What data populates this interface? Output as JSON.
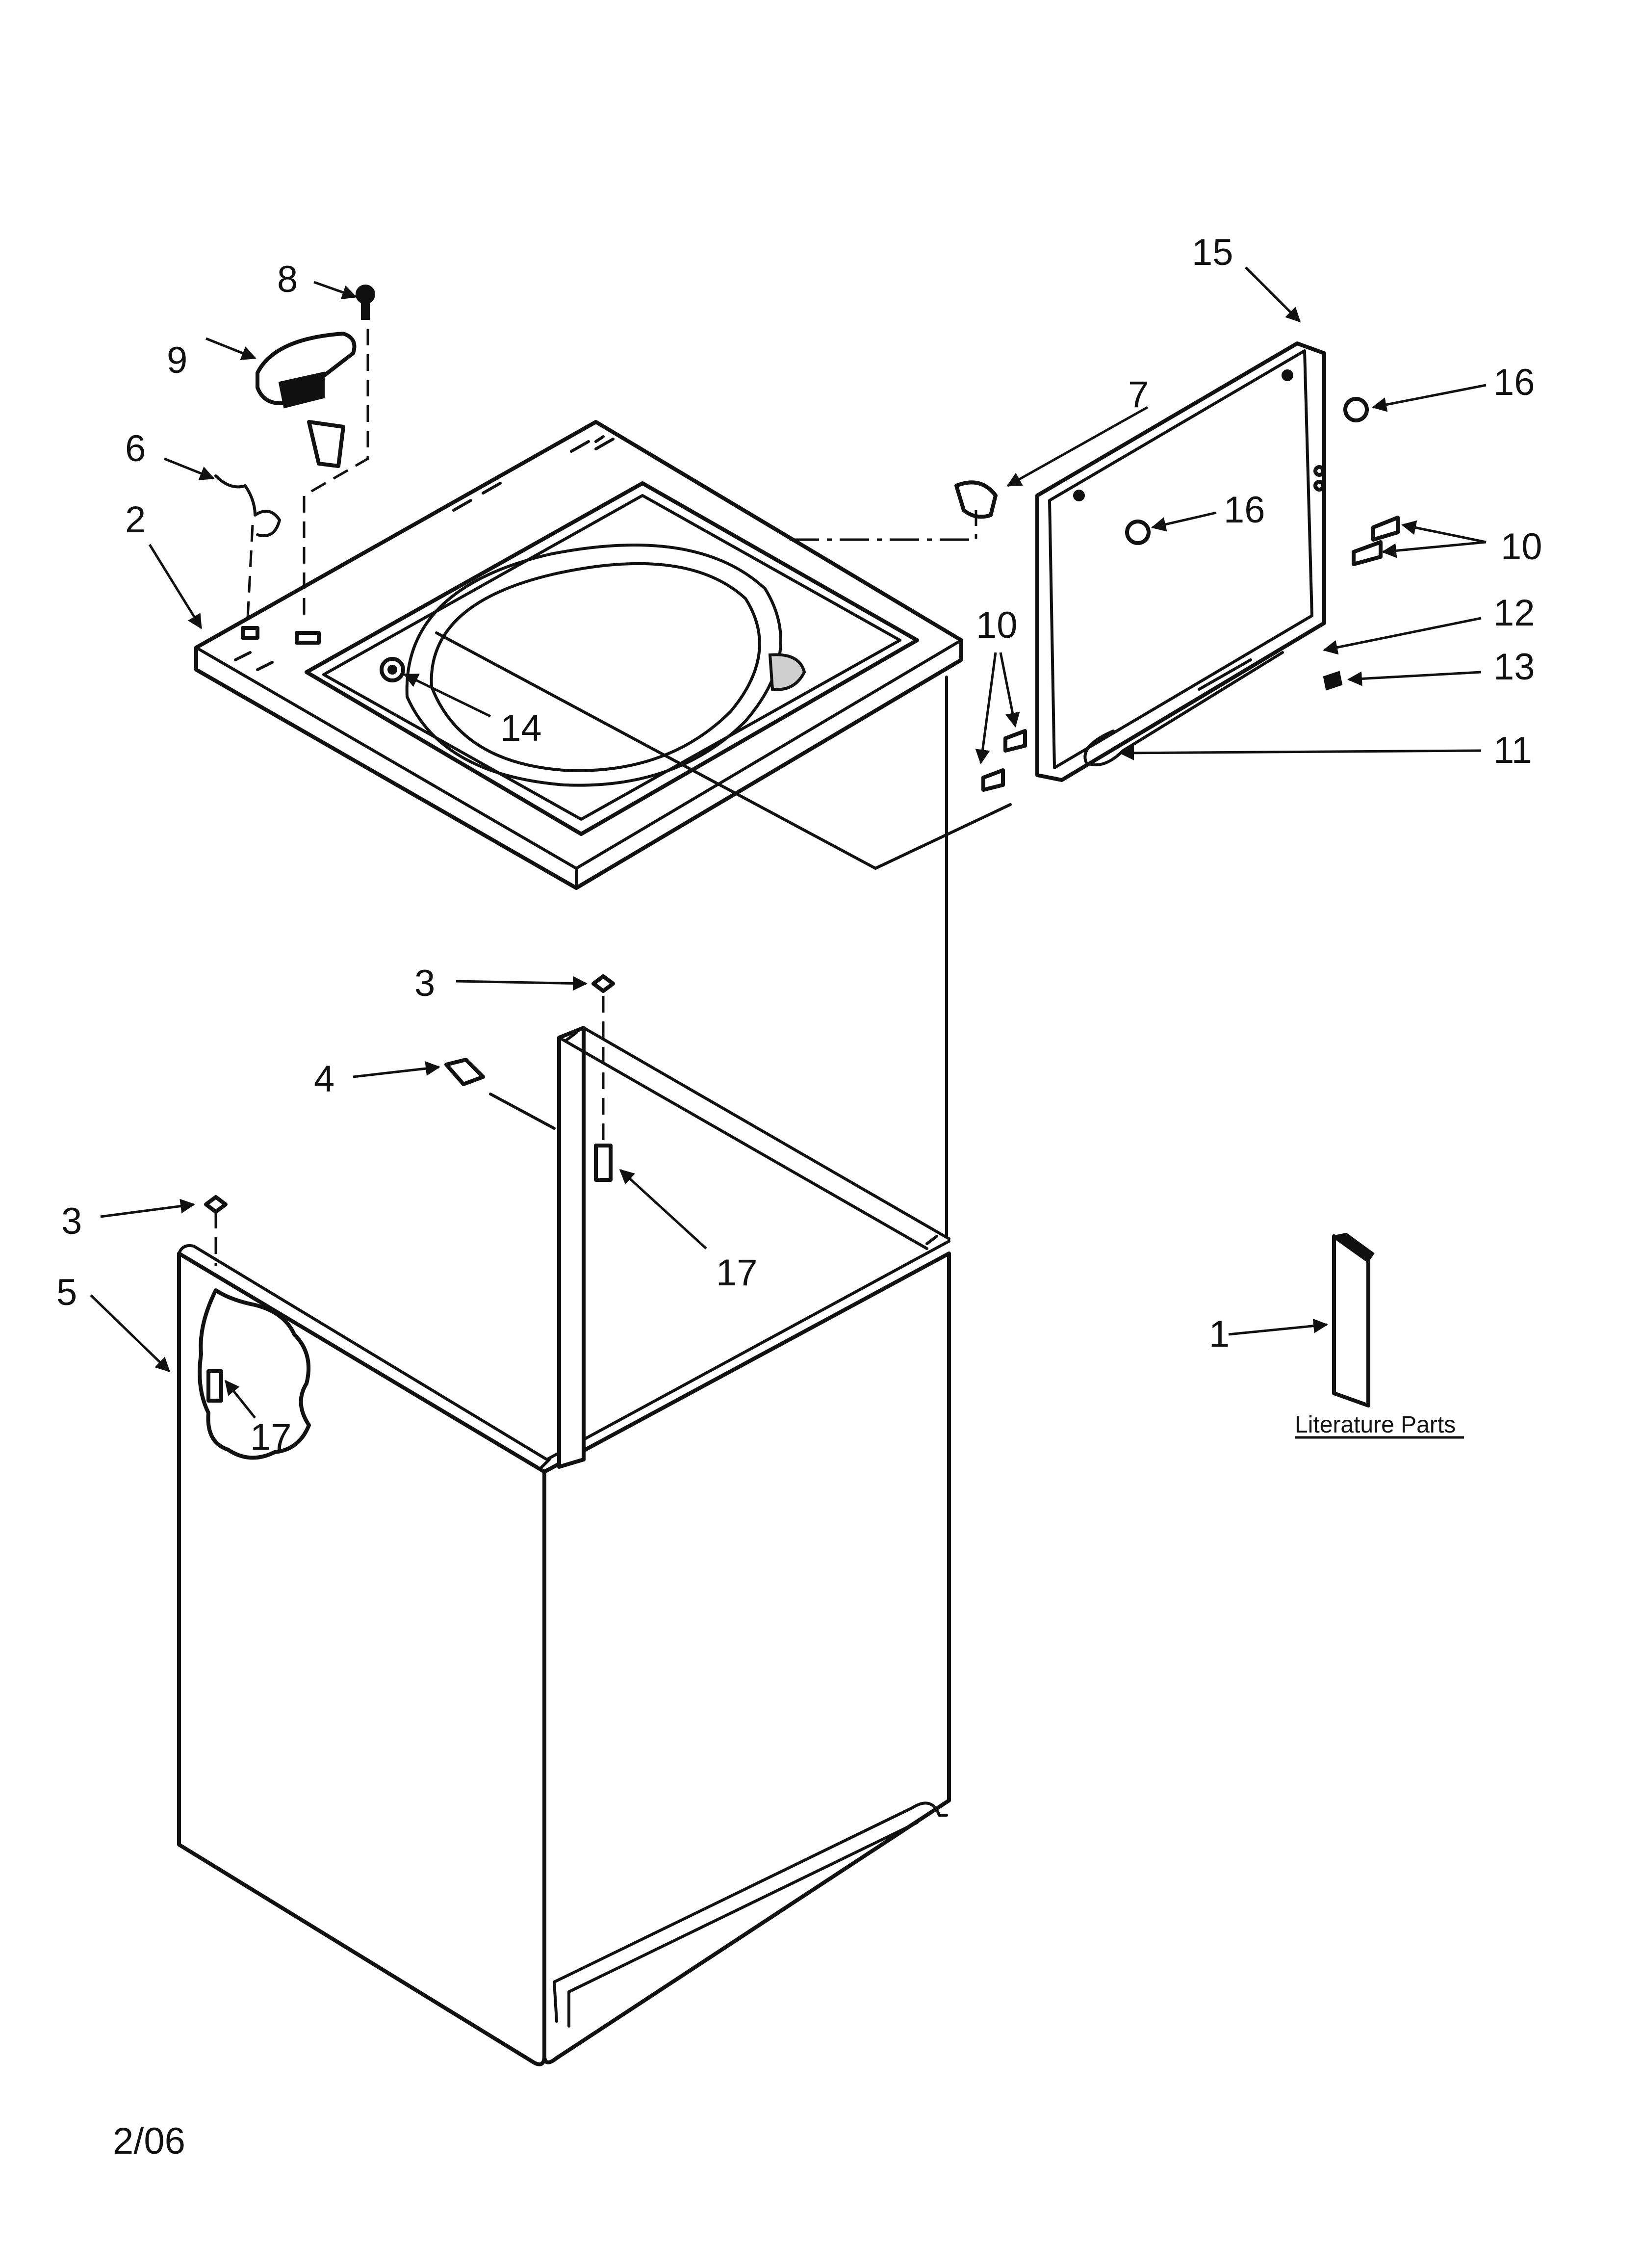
{
  "callouts": {
    "c1": "1",
    "c2": "2",
    "c3a": "3",
    "c3b": "3",
    "c4": "4",
    "c5": "5",
    "c6": "6",
    "c7": "7",
    "c8": "8",
    "c9": "9",
    "c10a": "10",
    "c10b": "10",
    "c11": "11",
    "c12": "12",
    "c13": "13",
    "c14": "14",
    "c15": "15",
    "c16a": "16",
    "c16b": "16",
    "c17a": "17",
    "c17b": "17"
  },
  "literature_label": "Literature Parts",
  "date_code": "2/06"
}
